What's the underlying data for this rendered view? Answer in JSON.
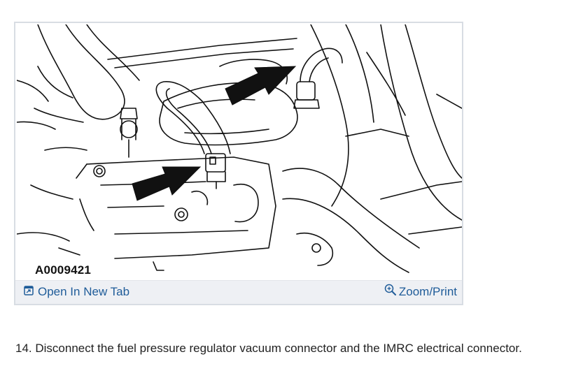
{
  "figure": {
    "id_label": "A0009421",
    "open_tab_label": "Open In New Tab",
    "zoom_print_label": "Zoom/Print",
    "icons": {
      "open_tab": "open-new-tab-icon",
      "zoom": "zoom-icon"
    }
  },
  "step": {
    "text": "14. Disconnect the fuel pressure regulator vacuum connector and the IMRC electrical connector."
  },
  "colors": {
    "link": "#1f5c99",
    "toolbar_bg": "#eef0f4",
    "card_border": "#d8dde3"
  }
}
